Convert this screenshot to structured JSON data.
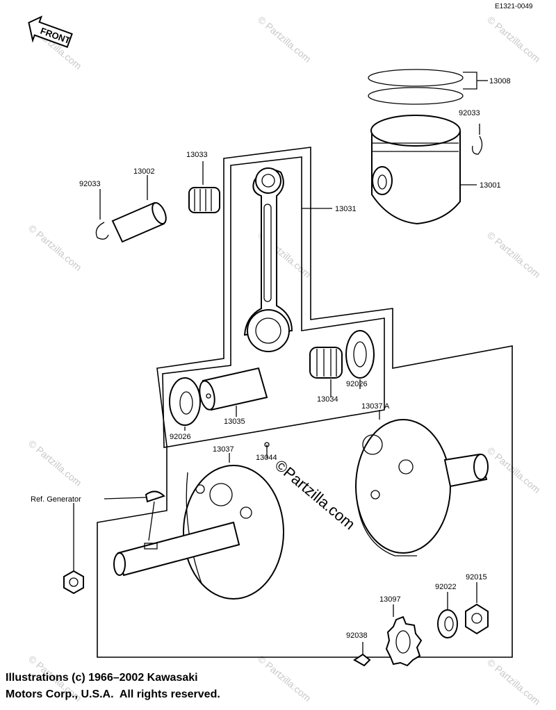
{
  "diagram_code": "E1321-0049",
  "front_label": "FRONT",
  "parts": [
    {
      "id": "p13008",
      "number": "13008"
    },
    {
      "id": "p92033a",
      "number": "92033"
    },
    {
      "id": "p13001",
      "number": "13001"
    },
    {
      "id": "p13033",
      "number": "13033"
    },
    {
      "id": "p13002",
      "number": "13002"
    },
    {
      "id": "p92033b",
      "number": "92033"
    },
    {
      "id": "p13031",
      "number": "13031"
    },
    {
      "id": "p92026a",
      "number": "92026"
    },
    {
      "id": "p13034",
      "number": "13034"
    },
    {
      "id": "p13035",
      "number": "13035"
    },
    {
      "id": "p92026b",
      "number": "92026"
    },
    {
      "id": "p13037a",
      "number": "13037 A"
    },
    {
      "id": "p13037",
      "number": "13037"
    },
    {
      "id": "p13044",
      "number": "13044"
    },
    {
      "id": "p92015",
      "number": "92015"
    },
    {
      "id": "p92022",
      "number": "92022"
    },
    {
      "id": "p13097",
      "number": "13097"
    },
    {
      "id": "p92038",
      "number": "92038"
    }
  ],
  "ref_generator": "Ref. Generator",
  "watermark": "© Partzilla.com",
  "watermark_center": "©Partzilla.com",
  "copyright_line1": "Illustrations (c) 1966–2002 Kawasaki",
  "copyright_line2": "Motors Corp., U.S.A.  All rights reserved."
}
